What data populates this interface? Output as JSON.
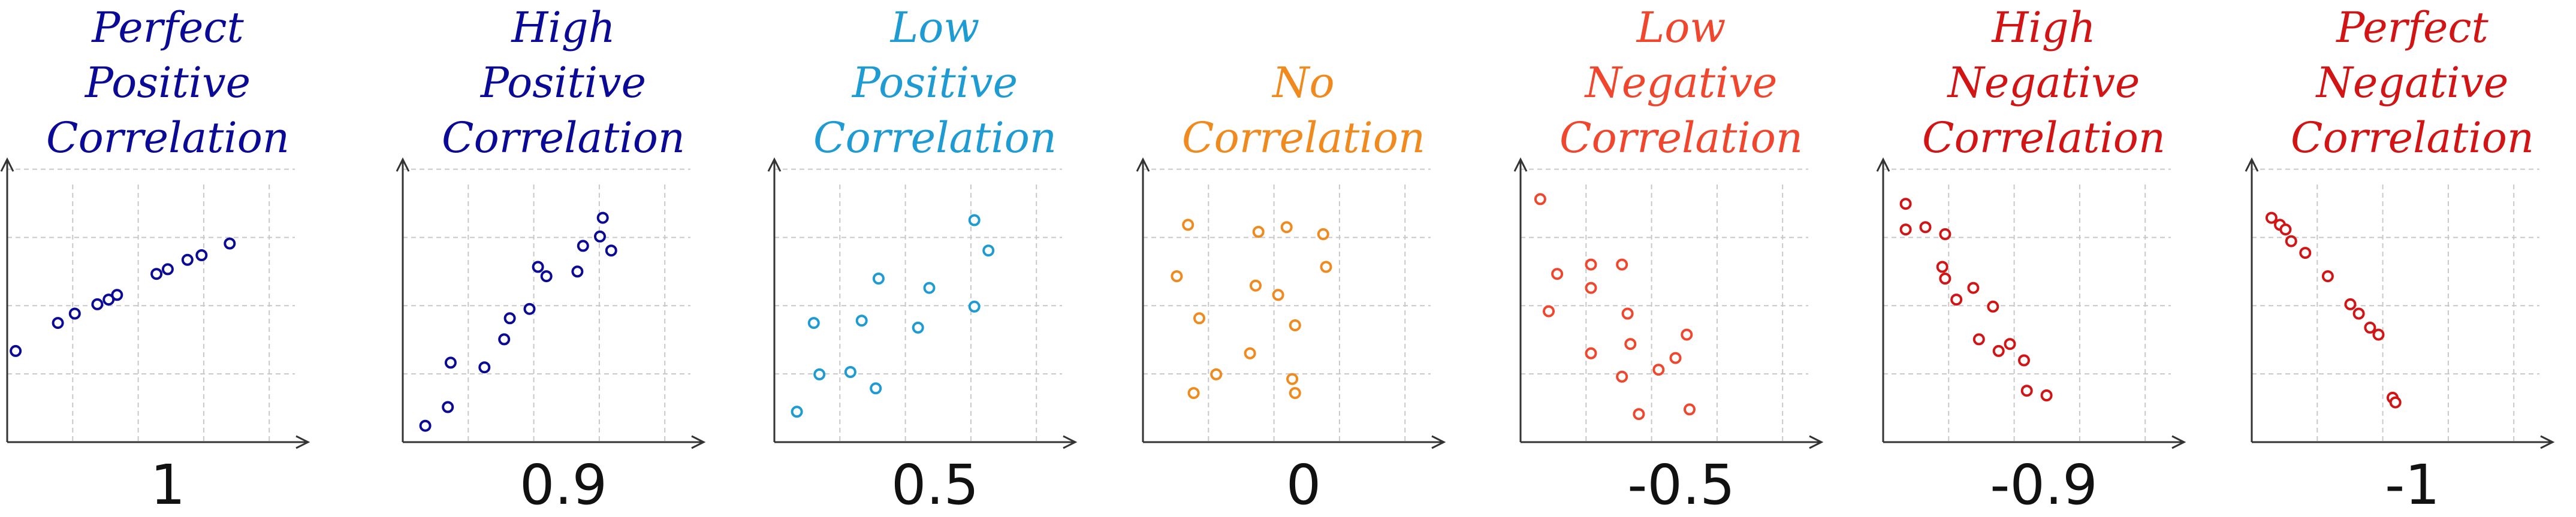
{
  "chart_data": [
    {
      "type": "scatter",
      "title": "Perfect Positive Correlation",
      "value_label": "1",
      "color": "#0a0a96",
      "xlim": [
        0,
        10
      ],
      "ylim": [
        0,
        10
      ],
      "grid": true,
      "points": [
        [
          0.3,
          3.9
        ],
        [
          1.8,
          5.1
        ],
        [
          2.4,
          5.5
        ],
        [
          3.2,
          5.9
        ],
        [
          3.6,
          6.1
        ],
        [
          3.9,
          6.3
        ],
        [
          5.3,
          7.2
        ],
        [
          5.7,
          7.4
        ],
        [
          6.4,
          7.8
        ],
        [
          6.9,
          8.0
        ],
        [
          7.9,
          8.5
        ]
      ]
    },
    {
      "type": "scatter",
      "title": "High Positive Correlation",
      "value_label": "0.9",
      "color": "#0a0a96",
      "xlim": [
        0,
        10
      ],
      "ylim": [
        0,
        10
      ],
      "grid": true,
      "points": [
        [
          0.8,
          0.7
        ],
        [
          1.6,
          1.5
        ],
        [
          1.7,
          3.4
        ],
        [
          2.9,
          3.2
        ],
        [
          3.6,
          4.4
        ],
        [
          3.8,
          5.3
        ],
        [
          4.5,
          5.7
        ],
        [
          4.8,
          7.5
        ],
        [
          5.1,
          7.1
        ],
        [
          6.2,
          7.3
        ],
        [
          6.4,
          8.4
        ],
        [
          7.0,
          8.8
        ],
        [
          7.1,
          9.6
        ],
        [
          7.4,
          8.2
        ]
      ]
    },
    {
      "type": "scatter",
      "title": "Low Positive Correlation",
      "value_label": "0.5",
      "color": "#1e9bd2",
      "xlim": [
        0,
        10
      ],
      "ylim": [
        0,
        10
      ],
      "grid": true,
      "points": [
        [
          0.8,
          1.3
        ],
        [
          1.4,
          5.1
        ],
        [
          1.6,
          2.9
        ],
        [
          2.7,
          3.0
        ],
        [
          3.1,
          5.2
        ],
        [
          3.6,
          2.3
        ],
        [
          3.7,
          7.0
        ],
        [
          5.1,
          4.9
        ],
        [
          5.5,
          6.6
        ],
        [
          7.1,
          9.5
        ],
        [
          7.1,
          5.8
        ],
        [
          7.6,
          8.2
        ]
      ]
    },
    {
      "type": "scatter",
      "title": "No Correlation",
      "value_label": "0",
      "color": "#f08a1e",
      "xlim": [
        0,
        10
      ],
      "ylim": [
        0,
        10
      ],
      "grid": true,
      "points": [
        [
          1.2,
          7.1
        ],
        [
          1.6,
          9.3
        ],
        [
          1.8,
          2.1
        ],
        [
          2.0,
          5.3
        ],
        [
          2.6,
          2.9
        ],
        [
          3.8,
          3.8
        ],
        [
          4.0,
          6.7
        ],
        [
          4.1,
          9.0
        ],
        [
          4.8,
          6.3
        ],
        [
          5.1,
          9.2
        ],
        [
          5.3,
          2.7
        ],
        [
          5.4,
          5.0
        ],
        [
          5.4,
          2.1
        ],
        [
          6.4,
          8.9
        ],
        [
          6.5,
          7.5
        ]
      ]
    },
    {
      "type": "scatter",
      "title": "Low Negative Correlation",
      "value_label": "-0.5",
      "color": "#f0462d",
      "xlim": [
        0,
        10
      ],
      "ylim": [
        0,
        10
      ],
      "grid": true,
      "points": [
        [
          0.7,
          10.4
        ],
        [
          1.0,
          5.6
        ],
        [
          1.3,
          7.2
        ],
        [
          2.5,
          6.6
        ],
        [
          2.5,
          7.6
        ],
        [
          2.5,
          3.8
        ],
        [
          3.6,
          2.8
        ],
        [
          3.6,
          7.6
        ],
        [
          3.8,
          5.5
        ],
        [
          3.9,
          4.2
        ],
        [
          4.2,
          1.2
        ],
        [
          4.9,
          3.1
        ],
        [
          5.5,
          3.6
        ],
        [
          5.9,
          4.6
        ],
        [
          6.0,
          1.4
        ]
      ]
    },
    {
      "type": "scatter",
      "title": "High Negative Correlation",
      "value_label": "-0.9",
      "color": "#d21414",
      "xlim": [
        0,
        10
      ],
      "ylim": [
        0,
        10
      ],
      "grid": true,
      "points": [
        [
          0.8,
          10.2
        ],
        [
          0.8,
          9.1
        ],
        [
          1.5,
          9.2
        ],
        [
          2.2,
          8.9
        ],
        [
          2.2,
          7.0
        ],
        [
          2.1,
          7.5
        ],
        [
          2.6,
          6.1
        ],
        [
          3.2,
          6.6
        ],
        [
          3.4,
          4.4
        ],
        [
          3.9,
          5.8
        ],
        [
          4.1,
          3.9
        ],
        [
          4.5,
          4.2
        ],
        [
          5.0,
          3.5
        ],
        [
          5.1,
          2.2
        ],
        [
          5.8,
          2.0
        ]
      ]
    },
    {
      "type": "scatter",
      "title": "Perfect Negative Correlation",
      "value_label": "-1",
      "color": "#d21414",
      "xlim": [
        0,
        10
      ],
      "ylim": [
        0,
        10
      ],
      "grid": true,
      "points": [
        [
          0.7,
          9.6
        ],
        [
          1.0,
          9.3
        ],
        [
          1.2,
          9.1
        ],
        [
          1.4,
          8.6
        ],
        [
          1.9,
          8.1
        ],
        [
          2.7,
          7.1
        ],
        [
          3.5,
          5.9
        ],
        [
          3.8,
          5.5
        ],
        [
          4.2,
          4.9
        ],
        [
          4.5,
          4.6
        ],
        [
          5.0,
          1.9
        ],
        [
          5.1,
          1.7
        ]
      ]
    }
  ]
}
